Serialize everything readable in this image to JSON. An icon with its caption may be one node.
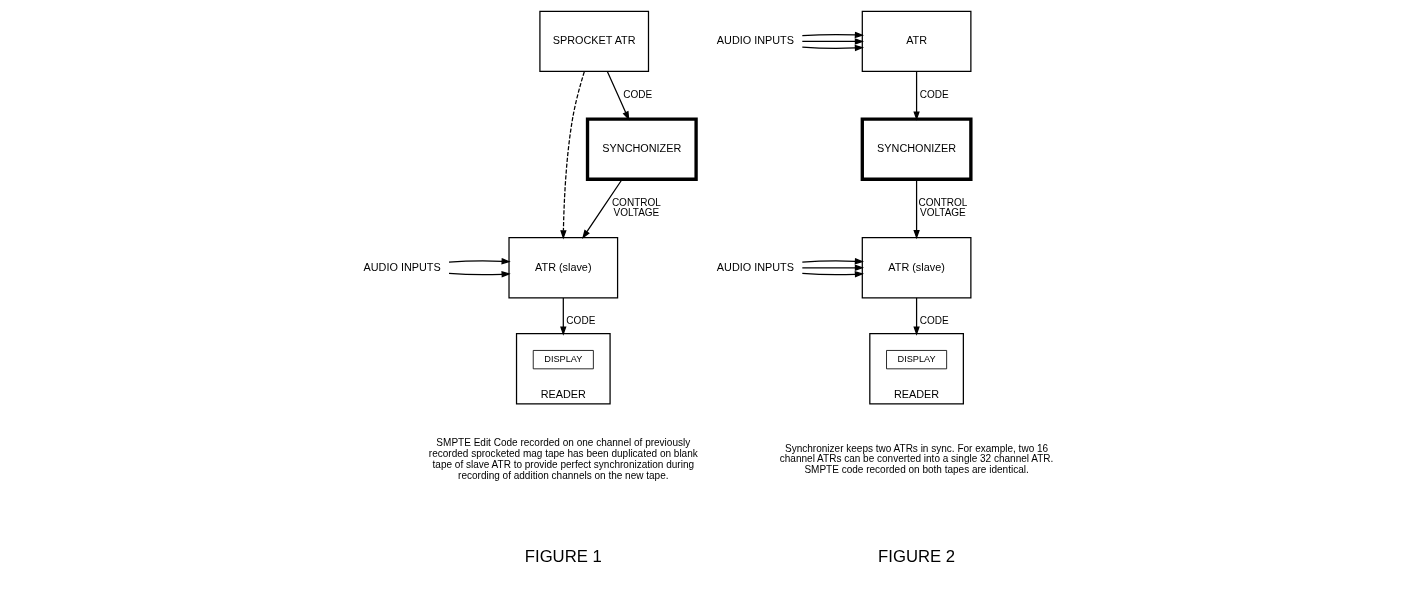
{
  "diagram": {
    "nodes": [
      {
        "text": [
          "SPROCKET ATR"
        ]
      },
      {
        "text": [
          "ATR (slave)"
        ]
      },
      {
        "text": [
          "AUDIO INPUTS"
        ]
      },
      {
        "text": [
          "SYNCHONIZER"
        ]
      },
      {
        "text": [
          "READER"
        ]
      },
      {
        "text": [
          "DISPLAY"
        ],
        "in": 4
      },
      {
        "text": [
          "AUDIO INPUTS"
        ]
      },
      {
        "text": [
          "ATR"
        ]
      },
      {
        "text": [
          "ATR (slave)"
        ]
      },
      {
        "text": [
          "AUDIO INPUTS"
        ]
      },
      {
        "text": [
          "SYNCHONIZER"
        ]
      },
      {
        "text": [
          "READER"
        ]
      },
      {
        "text": [
          "DISPLAY"
        ],
        "in": 11
      }
    ],
    "edges": [
      {
        "from": 0,
        "to": 3,
        "arrow": "to",
        "label": "CODE"
      },
      {
        "from": 3,
        "to": 1,
        "arrow": "to",
        "label": "CONTROL VOLTAGE"
      },
      {
        "from": 1,
        "to": 4,
        "arrow": "to",
        "label": "CODE"
      },
      {
        "from": 0,
        "to": 1,
        "arrow": "to",
        "style": "dashed"
      },
      {
        "from": 2,
        "to": 1,
        "arrow": "to"
      },
      {
        "from": 2,
        "to": 1,
        "arrow": "to"
      },
      {
        "from": 6,
        "to": 7,
        "arrow": "to"
      },
      {
        "from": 6,
        "to": 7,
        "arrow": "to"
      },
      {
        "from": 6,
        "to": 7,
        "arrow": "to"
      },
      {
        "from": 7,
        "to": 10,
        "arrow": "to",
        "label": "CODE"
      },
      {
        "from": 10,
        "to": 8,
        "arrow": "to",
        "label": "CONTROL VOLTAGE"
      },
      {
        "from": 8,
        "to": 11,
        "arrow": "to",
        "label": "CODE"
      },
      {
        "from": 9,
        "to": 8,
        "arrow": "to"
      },
      {
        "from": 9,
        "to": 8,
        "arrow": "to"
      },
      {
        "from": 9,
        "to": 8,
        "arrow": "to"
      }
    ],
    "labels": [
      "SMPTE Edit Code recorded on one channel of previously recorded sprocketed mag tape has been duplicated on blank tape of slave ATR to provide perfect synchronization during recording of addition channels on the new tape.",
      "FIGURE 1",
      "Synchronizer keeps two ATRs in sync. For example, two 16 channel ATRs can be converted into a single 32 channel ATR. SMPTE code recorded on both tapes are identical.",
      "FIGURE 2"
    ]
  }
}
